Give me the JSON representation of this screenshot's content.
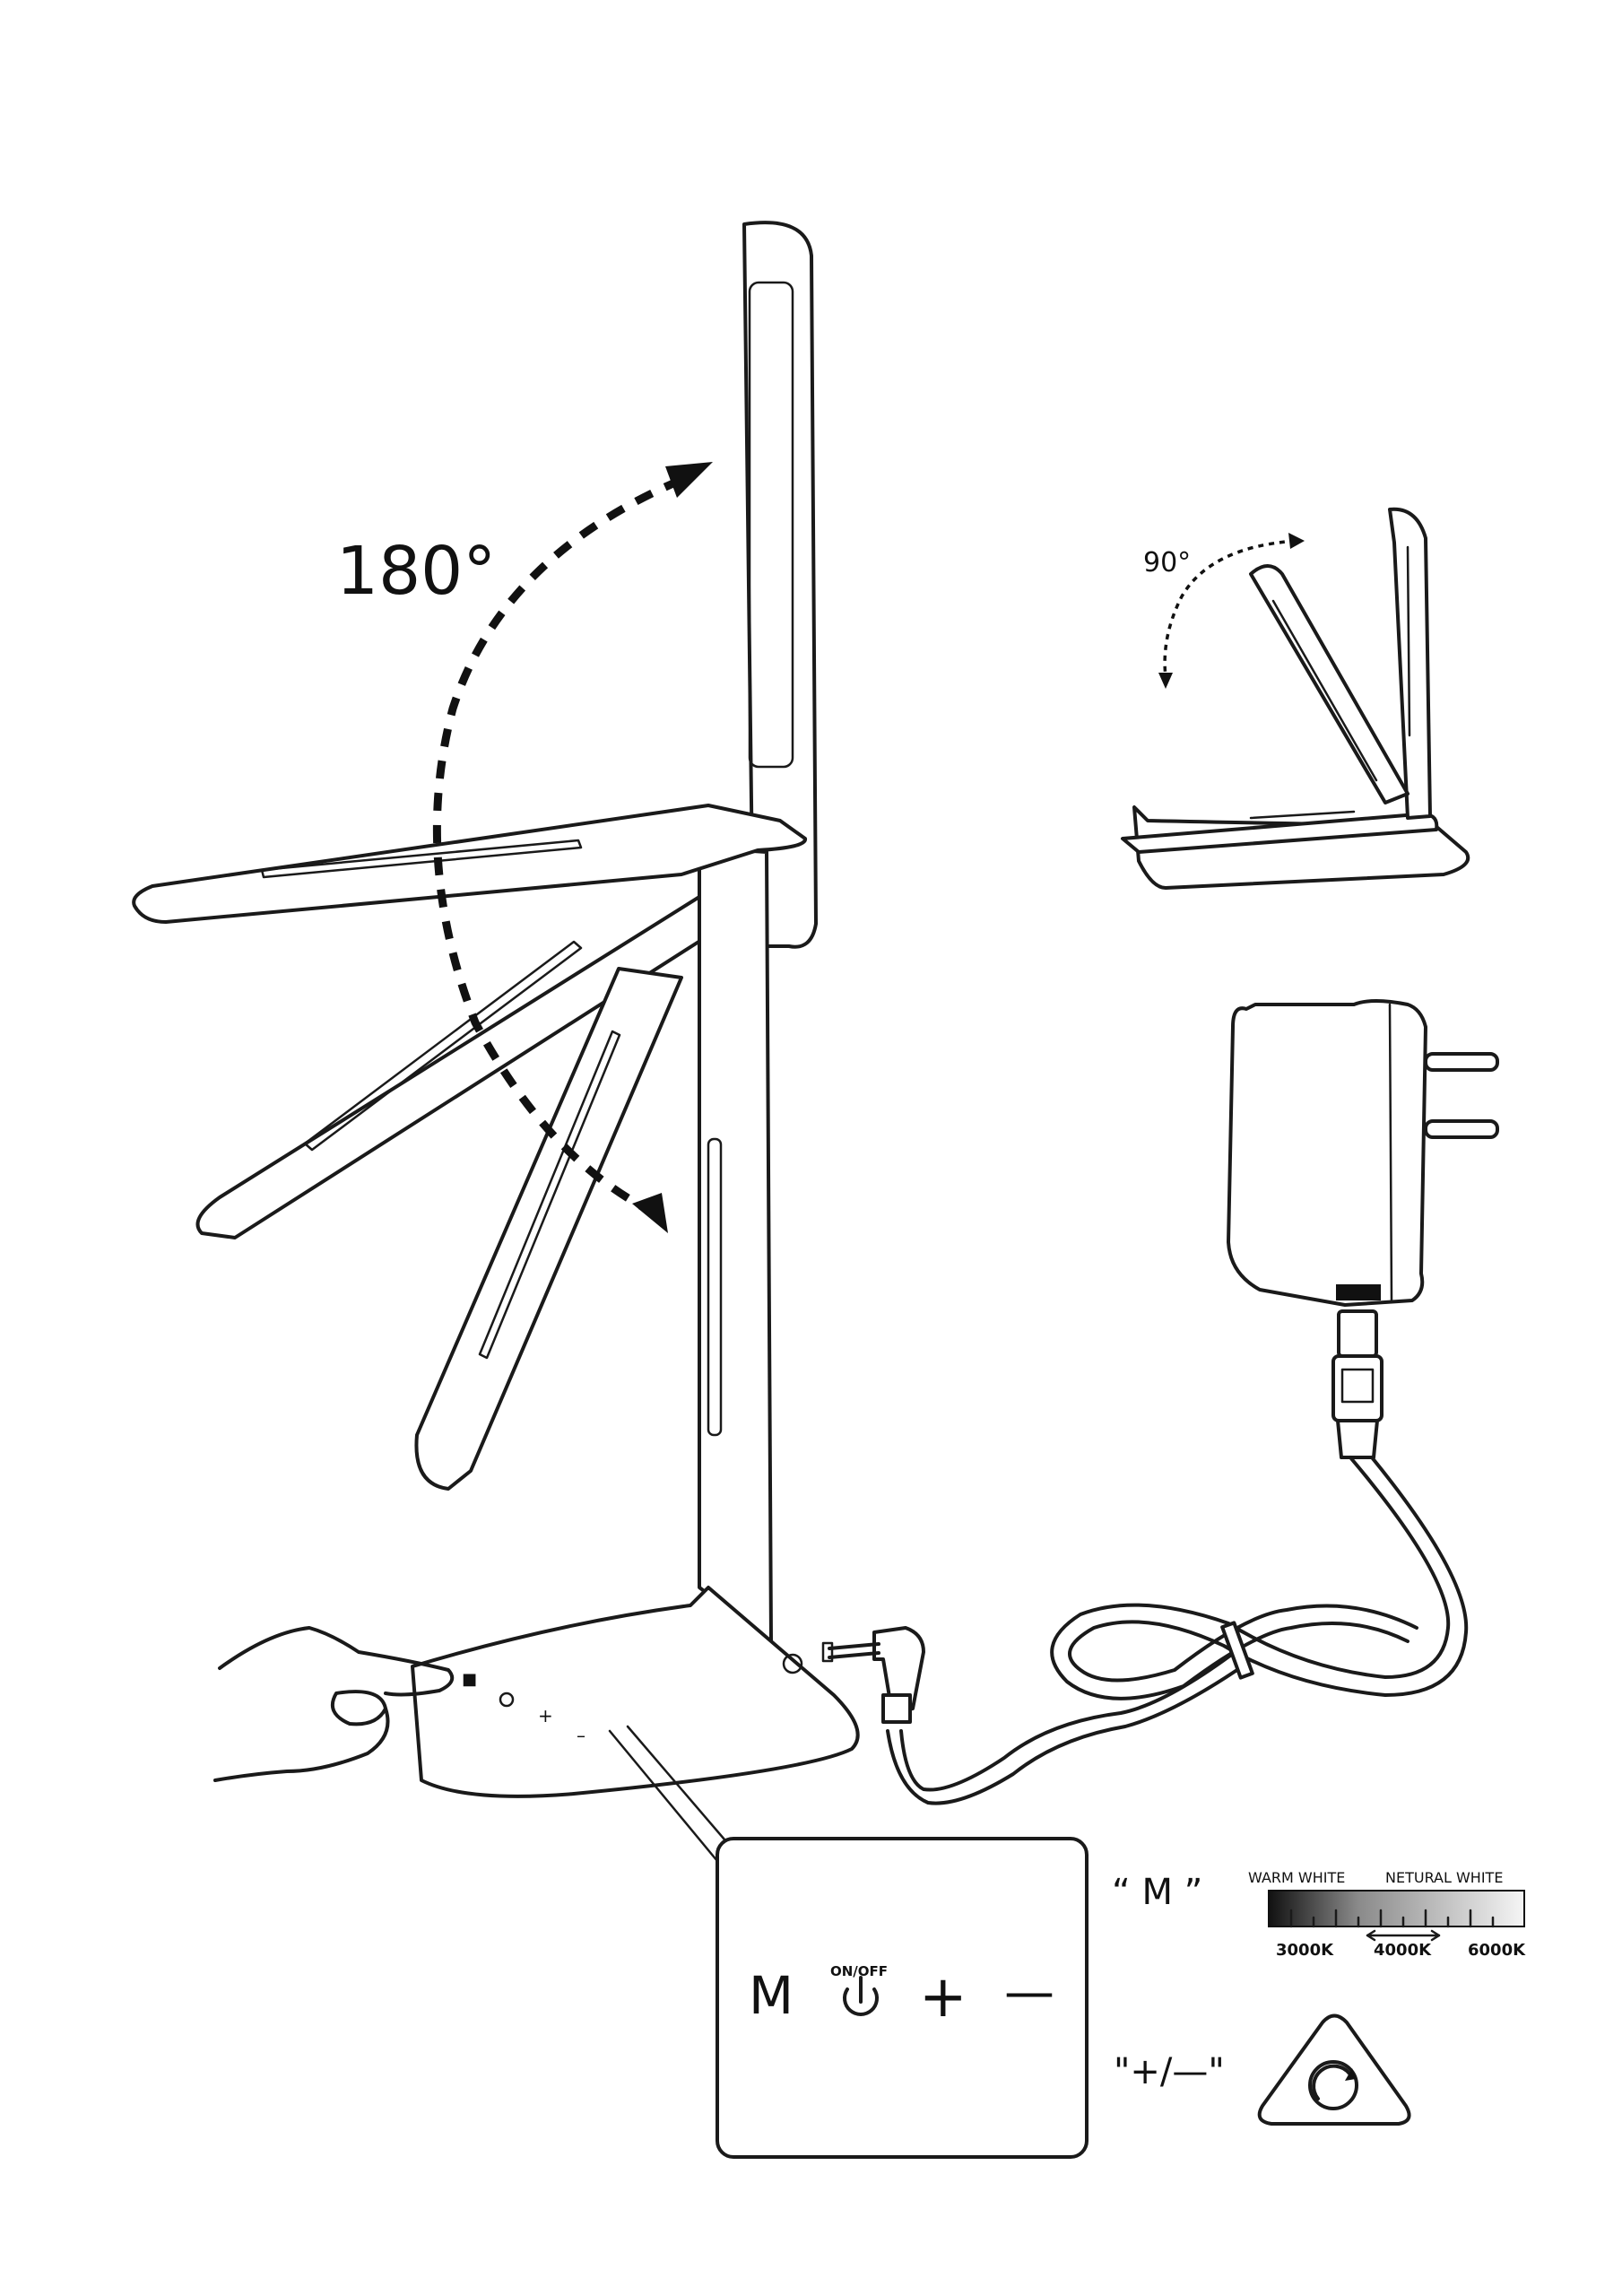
{
  "angles": {
    "main_rotation": "180°",
    "head_fold": "90°"
  },
  "control_panel": {
    "mode_label": "M",
    "power_label": "ON/OFF",
    "plus_label": "+",
    "minus_label": "—"
  },
  "legend": {
    "mode_key": "“ M ”",
    "dim_key": "\"+/—\"",
    "warm_white": "WARM WHITE",
    "neutral_white": "NETURAL WHITE",
    "temp_3000": "3000K",
    "temp_4000": "4000K",
    "temp_6000": "6000K"
  },
  "icons": [
    "power-icon",
    "dimmer-triangle-icon",
    "temperature-gradient-bar"
  ]
}
